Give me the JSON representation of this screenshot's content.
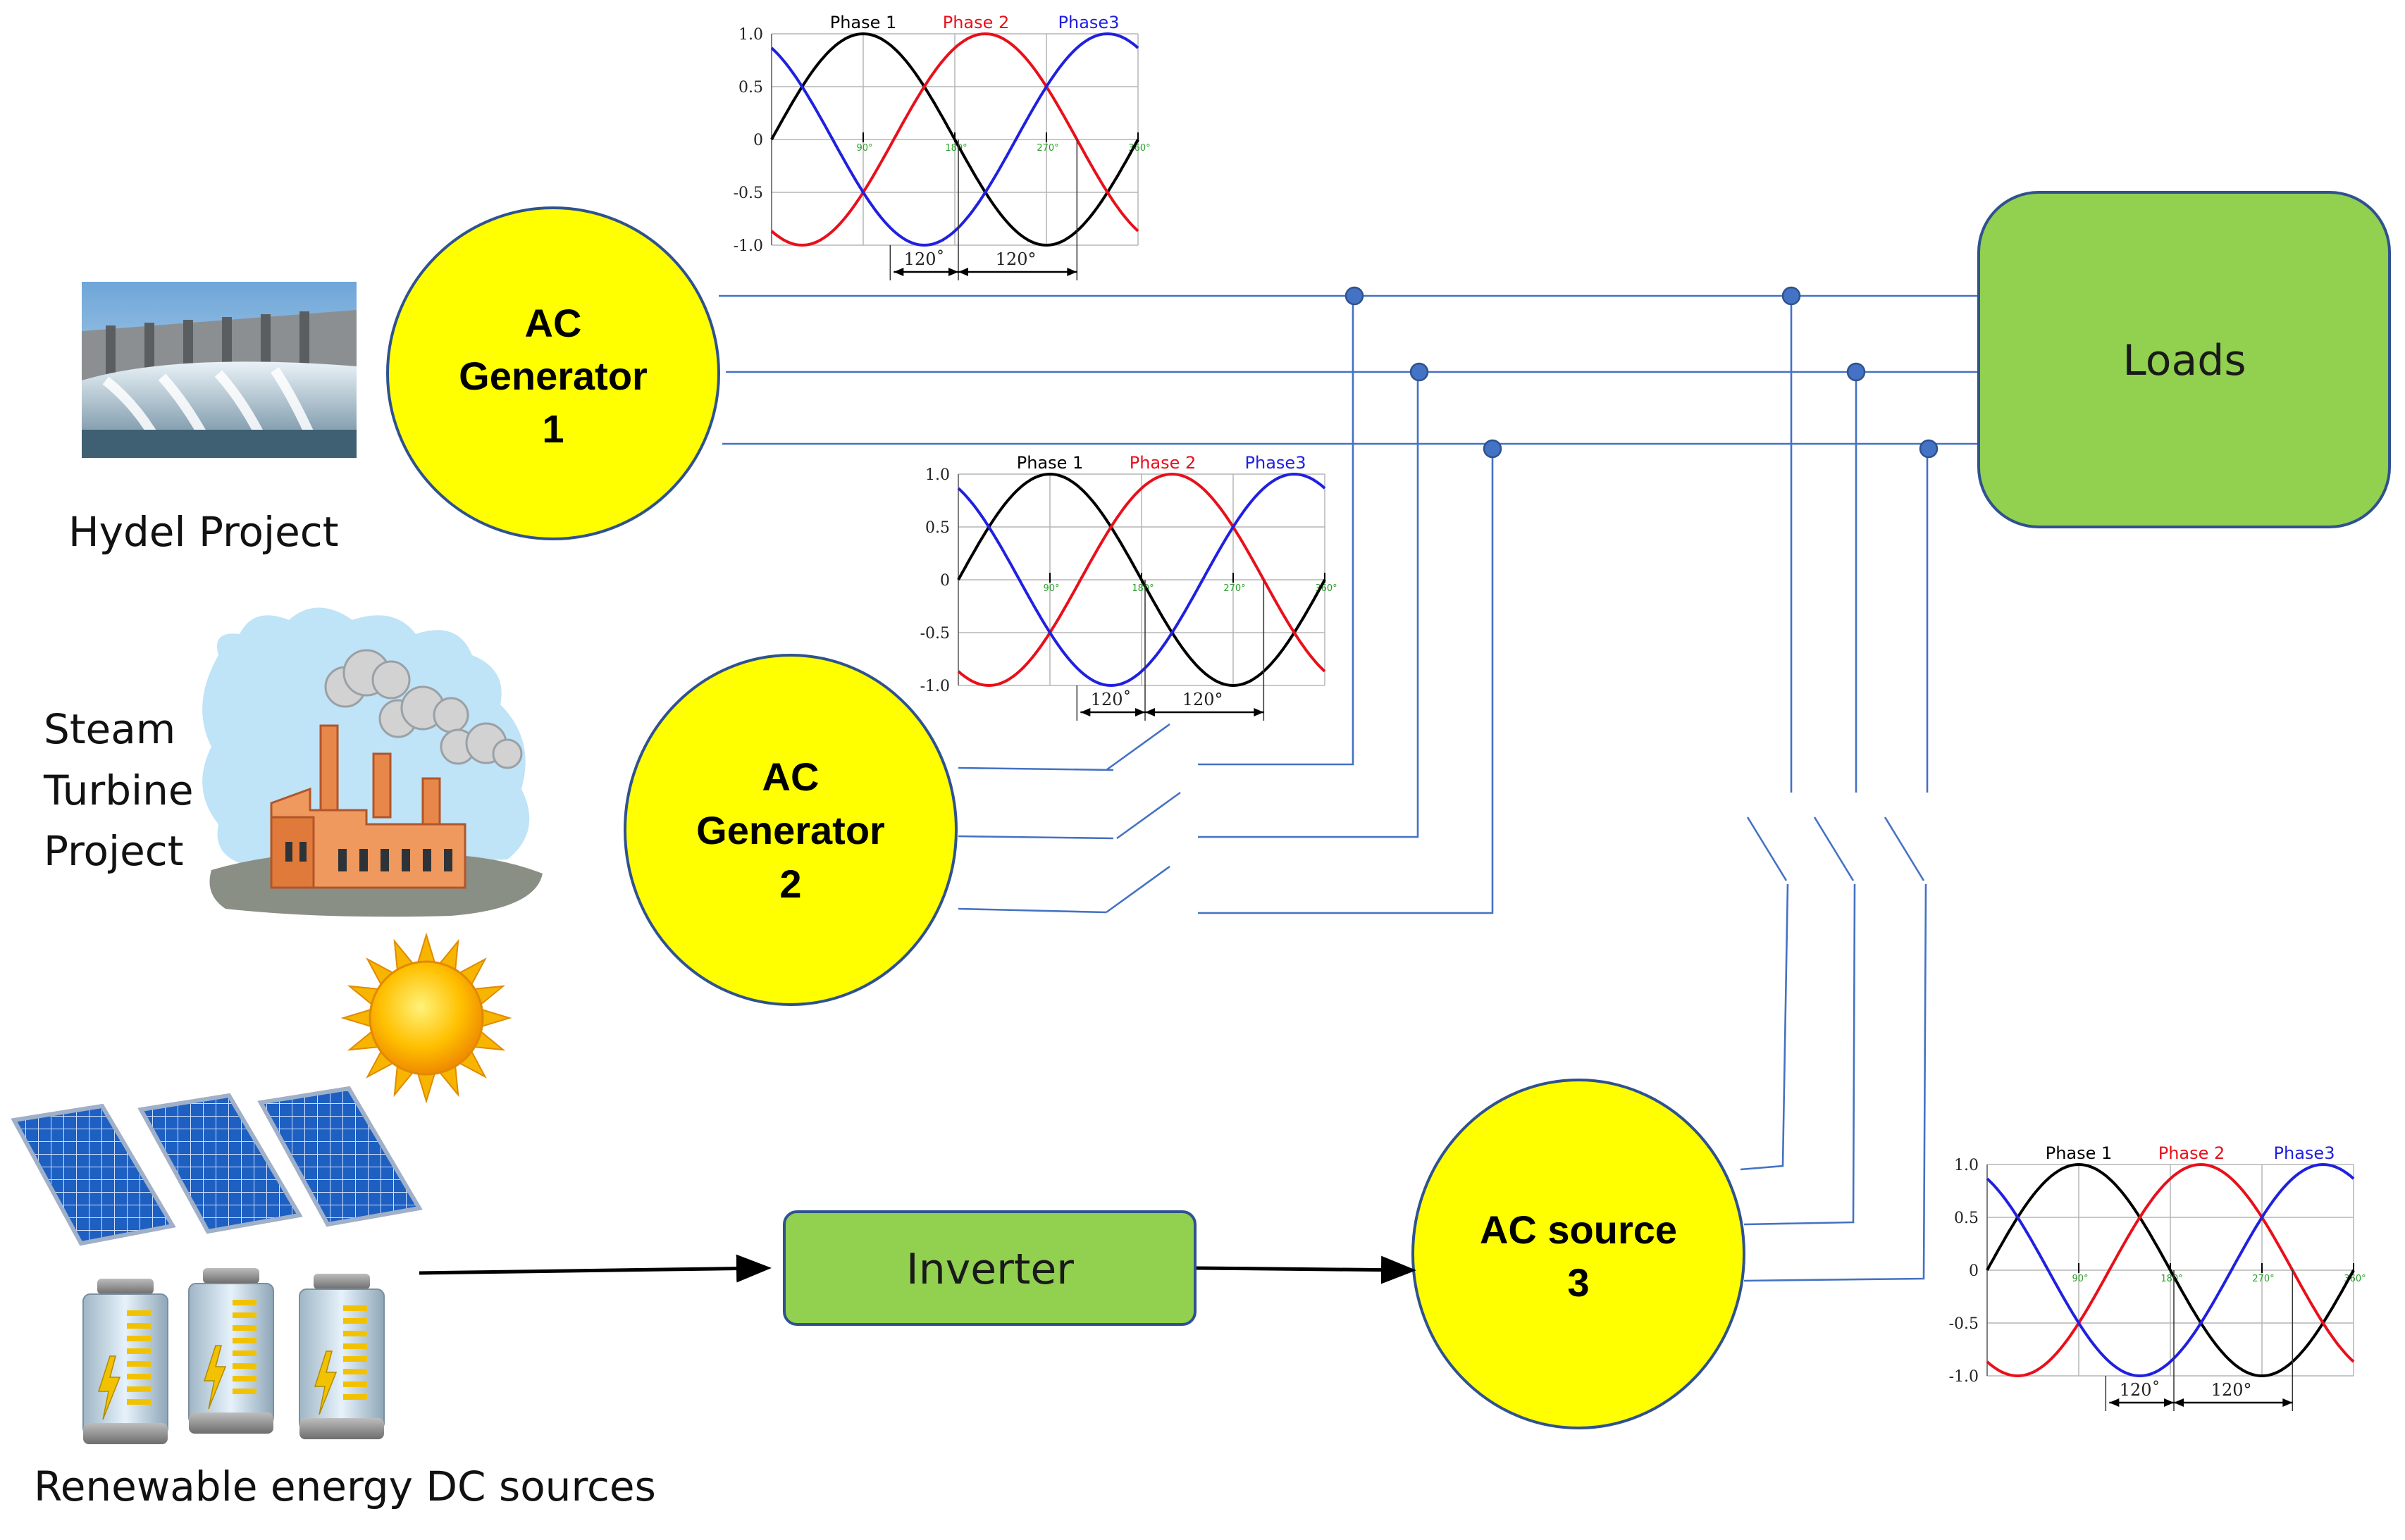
{
  "sources": {
    "hydel_label": "Hydel Project",
    "steam_label_lines": [
      "Steam",
      "Turbine",
      "Project"
    ],
    "renewable_label": "Renewable energy DC sources"
  },
  "nodes": {
    "gen1": [
      "AC",
      "Generator",
      "1"
    ],
    "gen2": [
      "AC",
      "Generator",
      "2"
    ],
    "source3": [
      "AC source",
      "3"
    ],
    "inverter": "Inverter",
    "loads": "Loads"
  },
  "colors": {
    "generator_fill": "#FFFF00",
    "generator_stroke": "#2F528F",
    "box_fill": "#92D050",
    "box_stroke": "#2F528F",
    "wire": "#4472C4",
    "phase1": "#000000",
    "phase2": "#E8101B",
    "phase3": "#2020E0"
  },
  "waveform": {
    "legend": [
      "Phase 1",
      "Phase 2",
      "Phase3"
    ],
    "y_ticks": [
      "1.0",
      "0.5",
      "0",
      "-0.5",
      "-1.0"
    ],
    "degree_marks": [
      "90°",
      "180°",
      "270°",
      "360°"
    ],
    "spacing_labels": [
      "120˚",
      "120°"
    ]
  },
  "chart_data": {
    "type": "line",
    "x": [
      0,
      30,
      60,
      90,
      120,
      150,
      180,
      210,
      240,
      270,
      300,
      330,
      360
    ],
    "series": [
      {
        "name": "Phase 1",
        "values": [
          0,
          0.5,
          0.866,
          1.0,
          0.866,
          0.5,
          0,
          -0.5,
          -0.866,
          -1.0,
          -0.866,
          -0.5,
          0
        ]
      },
      {
        "name": "Phase 2",
        "values": [
          -0.866,
          -1.0,
          -0.866,
          -0.5,
          0,
          0.5,
          0.866,
          1.0,
          0.866,
          0.5,
          0,
          -0.5,
          -0.866
        ]
      },
      {
        "name": "Phase3",
        "values": [
          0.866,
          0.5,
          0,
          -0.5,
          -0.866,
          -1.0,
          -0.866,
          -0.5,
          0,
          0.5,
          0.866,
          1.0,
          0.866
        ]
      }
    ],
    "ylim": [
      -1.0,
      1.0
    ],
    "xlim": [
      0,
      360
    ],
    "grid": true
  }
}
